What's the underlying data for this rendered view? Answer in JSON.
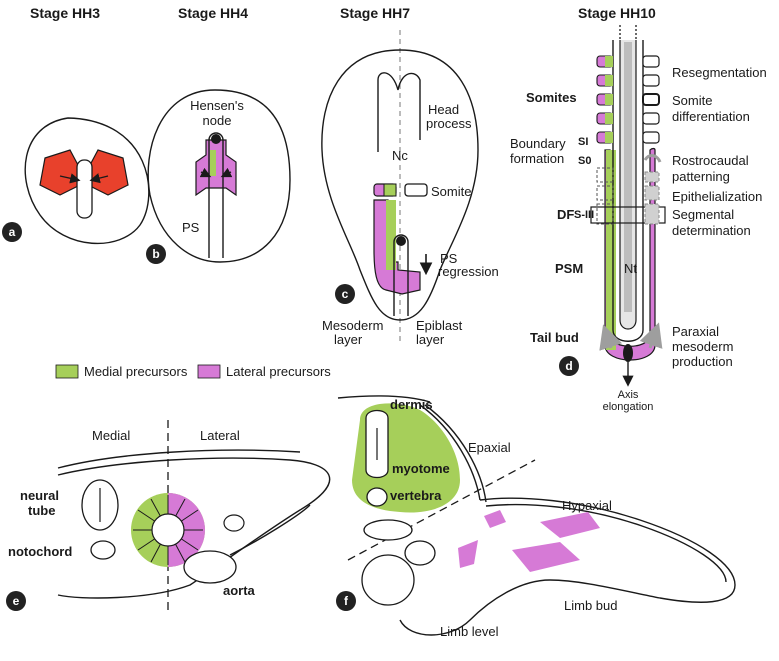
{
  "colors": {
    "medial": "#a6cf5a",
    "lateral": "#d67ad6",
    "early": "#e8412c",
    "dark": "#1a1a1a",
    "grey": "#bdbdbd"
  },
  "panels": {
    "a": {
      "badge": "a",
      "stage": "Stage HH3"
    },
    "b": {
      "badge": "b",
      "stage": "Stage HH4",
      "node": [
        "Hensen's",
        "node"
      ],
      "ps": "PS"
    },
    "c": {
      "badge": "c",
      "stage": "Stage HH7",
      "head": [
        "Head",
        "process"
      ],
      "nc": "Nc",
      "somite": "Somite",
      "psreg": [
        "PS",
        "regression"
      ],
      "meso": [
        "Mesoderm",
        "layer"
      ],
      "epi": [
        "Epiblast",
        "layer"
      ]
    },
    "d": {
      "badge": "d",
      "stage": "Stage HH10",
      "somites": "Somites",
      "boundary": [
        "Boundary",
        "formation"
      ],
      "si": "SI",
      "s0": "S0",
      "sIII": "S-III",
      "df": "DF",
      "psm": "PSM",
      "nt": "Nt",
      "tailbud": "Tail bud",
      "axis": [
        "Axis",
        "elongation"
      ],
      "right": {
        "reseg": "Resegmentation",
        "somdiff": [
          "Somite",
          "differentiation"
        ],
        "rostro": [
          "Rostrocaudal",
          "patterning"
        ],
        "epith": "Epithelialization",
        "segdet": [
          "Segmental",
          "determination"
        ],
        "parax": [
          "Paraxial",
          "mesoderm",
          "production"
        ]
      }
    },
    "e": {
      "badge": "e",
      "medial": "Medial",
      "lateral": "Lateral",
      "neural": [
        "neural",
        "tube"
      ],
      "notochord": "notochord",
      "aorta": "aorta"
    },
    "f": {
      "badge": "f",
      "dermis": "dermis",
      "epaxial": "Epaxial",
      "myotome": "myotome",
      "vertebra": "vertebra",
      "hypaxial": "Hypaxial",
      "limbbud": "Limb bud",
      "limblevel": "Limb level"
    }
  },
  "legend": {
    "medial": "Medial precursors",
    "lateral": "Lateral precursors"
  }
}
